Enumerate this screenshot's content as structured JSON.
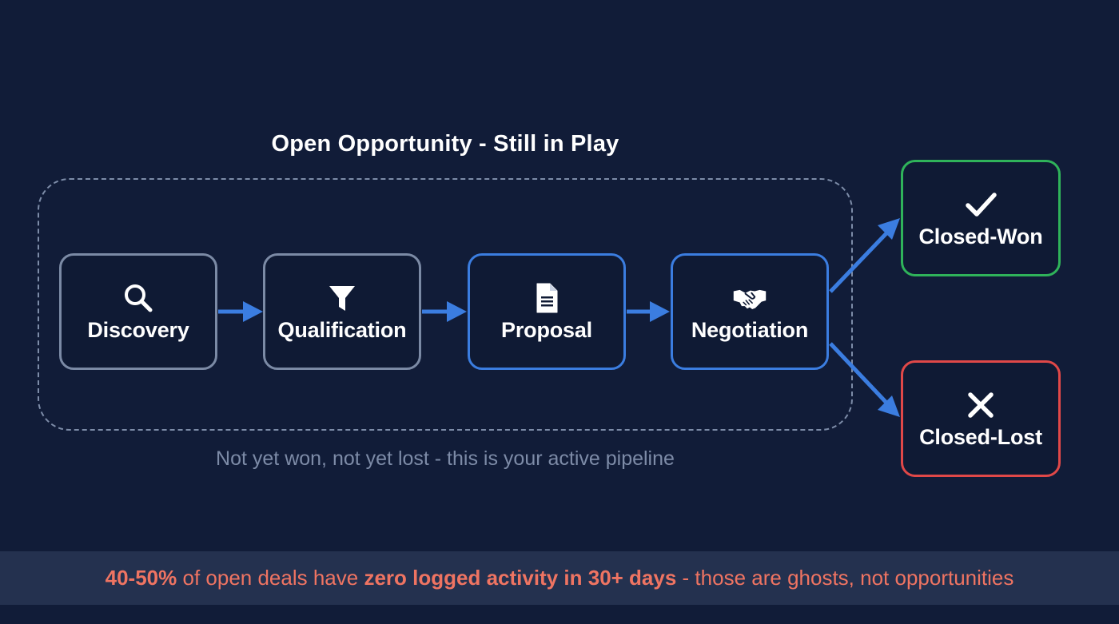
{
  "diagram": {
    "group_title": "Open Opportunity - Still in Play",
    "group_caption": "Not yet won, not yet lost - this is your active pipeline",
    "stages": [
      {
        "label": "Discovery",
        "icon": "search-icon",
        "style": "grey"
      },
      {
        "label": "Qualification",
        "icon": "funnel-icon",
        "style": "grey"
      },
      {
        "label": "Proposal",
        "icon": "document-icon",
        "style": "blue"
      },
      {
        "label": "Negotiation",
        "icon": "handshake-icon",
        "style": "blue"
      }
    ],
    "outcomes": [
      {
        "label": "Closed-Won",
        "icon": "checkmark-icon",
        "style": "green"
      },
      {
        "label": "Closed-Lost",
        "icon": "x-icon",
        "style": "red"
      }
    ],
    "edges": [
      {
        "from": "Discovery",
        "to": "Qualification"
      },
      {
        "from": "Qualification",
        "to": "Proposal"
      },
      {
        "from": "Proposal",
        "to": "Negotiation"
      },
      {
        "from": "Negotiation",
        "to": "Closed-Won"
      },
      {
        "from": "Negotiation",
        "to": "Closed-Lost"
      }
    ]
  },
  "banner": {
    "stat": "40-50%",
    "text_1": " of open deals have ",
    "emphasis": "zero logged activity in 30+ days",
    "text_2": " - those are ghosts, not opportunities"
  },
  "colors": {
    "background": "#111c38",
    "banner_bg": "#24314f",
    "banner_text": "#ef7462",
    "early_stage_border": "#7b8aa5",
    "late_stage_border": "#3b7de0",
    "arrow": "#3b7de0",
    "won": "#2fb35a",
    "lost": "#e04848",
    "caption": "#7d8ba7"
  }
}
